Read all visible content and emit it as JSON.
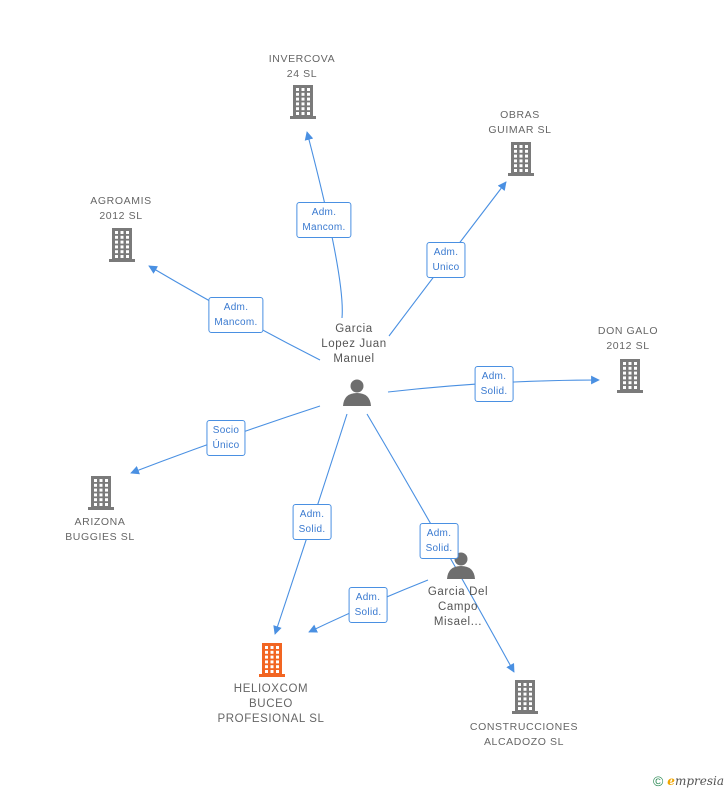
{
  "nodes": [
    {
      "id": "invercova",
      "type": "company",
      "lines": [
        "INVERCOVA",
        "24 SL"
      ]
    },
    {
      "id": "obras",
      "type": "company",
      "lines": [
        "OBRAS",
        "GUIMAR SL"
      ]
    },
    {
      "id": "agroamis",
      "type": "company",
      "lines": [
        "AGROAMIS",
        "2012 SL"
      ]
    },
    {
      "id": "dongalo",
      "type": "company",
      "lines": [
        "DON GALO",
        "2012 SL"
      ]
    },
    {
      "id": "arizona",
      "type": "company",
      "lines": [
        "ARIZONA",
        "BUGGIES SL"
      ]
    },
    {
      "id": "helioxcom",
      "type": "company-highlight",
      "lines": [
        "HELIOXCOM",
        "BUCEO",
        "PROFESIONAL SL"
      ]
    },
    {
      "id": "construcciones",
      "type": "company",
      "lines": [
        "CONSTRUCCIONES",
        "ALCADOZO SL"
      ]
    },
    {
      "id": "garcia_lopez",
      "type": "person",
      "lines": [
        "Garcia",
        "Lopez Juan",
        "Manuel"
      ]
    },
    {
      "id": "garcia_del",
      "type": "person",
      "lines": [
        "Garcia Del",
        "Campo",
        "Misael..."
      ]
    }
  ],
  "edges": [
    {
      "from": "garcia_lopez",
      "to": "invercova",
      "lines": [
        "Adm.",
        "Mancom."
      ]
    },
    {
      "from": "garcia_lopez",
      "to": "obras",
      "lines": [
        "Adm.",
        "Unico"
      ]
    },
    {
      "from": "garcia_lopez",
      "to": "agroamis",
      "lines": [
        "Adm.",
        "Mancom."
      ]
    },
    {
      "from": "garcia_lopez",
      "to": "dongalo",
      "lines": [
        "Adm.",
        "Solid."
      ]
    },
    {
      "from": "garcia_lopez",
      "to": "arizona",
      "lines": [
        "Socio",
        "Único"
      ]
    },
    {
      "from": "garcia_lopez",
      "to": "helioxcom",
      "lines": [
        "Adm.",
        "Solid."
      ]
    },
    {
      "from": "garcia_lopez",
      "to": "construcciones",
      "lines": [
        "Adm.",
        "Solid."
      ]
    },
    {
      "from": "garcia_del",
      "to": "helioxcom",
      "lines": [
        "Adm.",
        "Solid."
      ]
    }
  ],
  "colors": {
    "company": "#7a7a7a",
    "company_highlight": "#f26522",
    "person": "#6e6e6e",
    "edge": "#4a90e2"
  },
  "footer": {
    "copyright": "©",
    "brand_first": "e",
    "brand_rest": "mpresia"
  }
}
